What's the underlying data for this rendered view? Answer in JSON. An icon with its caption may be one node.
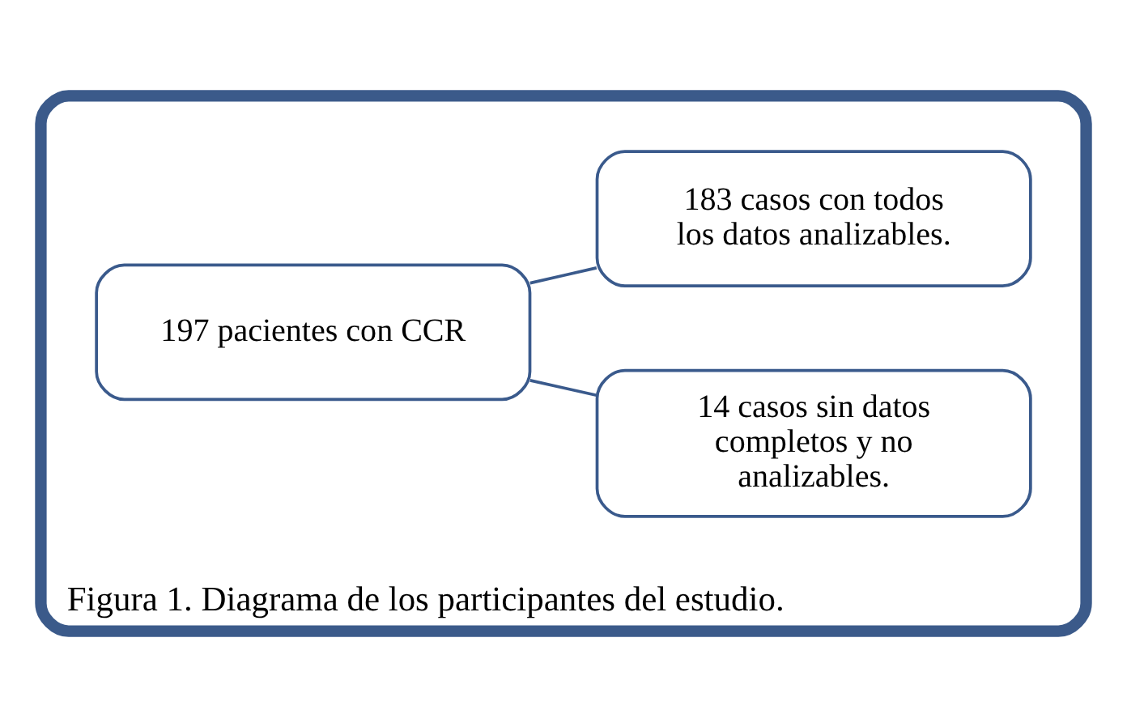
{
  "diagram": {
    "nodes": [
      {
        "text": [
          "Figura 1. Diagrama de los participantes del estudio."
        ]
      },
      {
        "text": [
          "197 pacientes con CCR"
        ],
        "in": 0
      },
      {
        "text": [
          "14 casos sin datos completos y no analizables."
        ],
        "in": 0
      },
      {
        "text": [
          "183 casos con todos los datos analizables."
        ],
        "in": 0
      }
    ],
    "edges": [
      {
        "from": 1,
        "to": 3,
        "arrow": "none"
      },
      {
        "from": 1,
        "to": 2,
        "arrow": "none"
      }
    ]
  }
}
